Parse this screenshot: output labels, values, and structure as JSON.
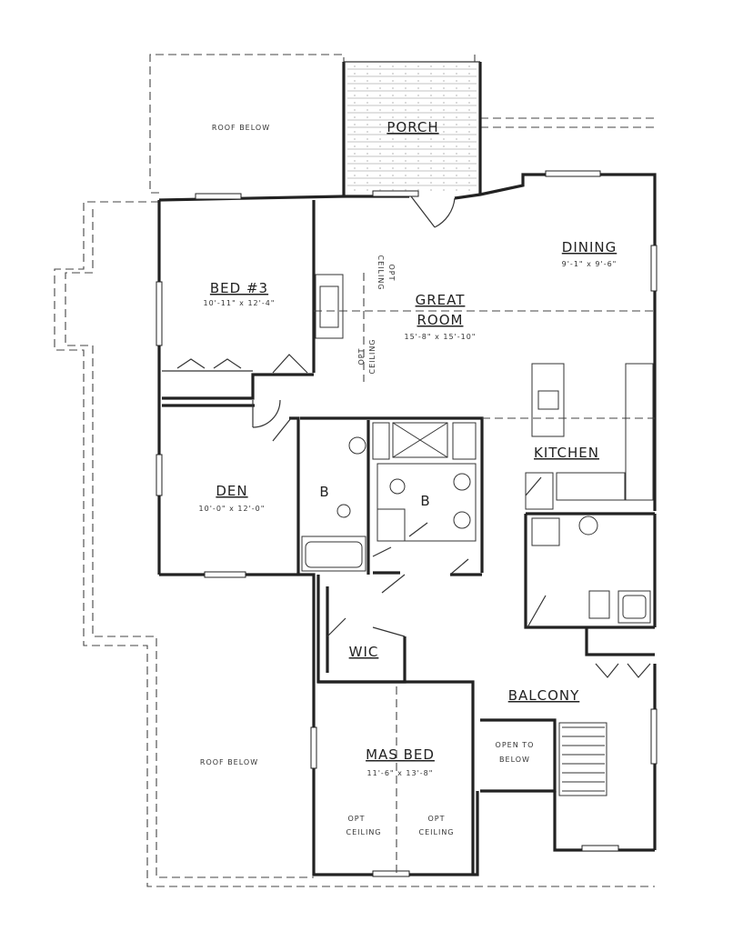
{
  "rooms": {
    "roof_top": "ROOF BELOW",
    "porch": "PORCH",
    "dining": "DINING",
    "dining_dims": "9'-1\" x 9'-6\"",
    "bed3": "BED #3",
    "bed3_dims": "10'-11\" x 12'-4\"",
    "great_room_1": "GREAT",
    "great_room_2": "ROOM",
    "great_room_dims": "15'-8\" x 15'-10\"",
    "opt_ceiling_a_1": "OPT",
    "opt_ceiling_a_2": "CEILING",
    "opt_ceiling_b_1": "OPT",
    "opt_ceiling_b_2": "CEILING",
    "kitchen": "KITCHEN",
    "den": "DEN",
    "den_dims": "10'-0\" x 12'-0\"",
    "bath_1": "B",
    "bath_2": "B",
    "wic": "WIC",
    "balcony": "BALCONY",
    "open_to_below_1": "OPEN TO",
    "open_to_below_2": "BELOW",
    "roof_bottom": "ROOF BELOW",
    "mas_bed": "MAS BED",
    "mas_bed_dims": "11'-6\" x 13'-8\"",
    "opt_ceiling_c_1": "OPT",
    "opt_ceiling_c_2": "CEILING",
    "opt_ceiling_d_1": "OPT",
    "opt_ceiling_d_2": "CEILING"
  },
  "colors": {
    "line": "#222222",
    "paper": "#ffffff"
  }
}
